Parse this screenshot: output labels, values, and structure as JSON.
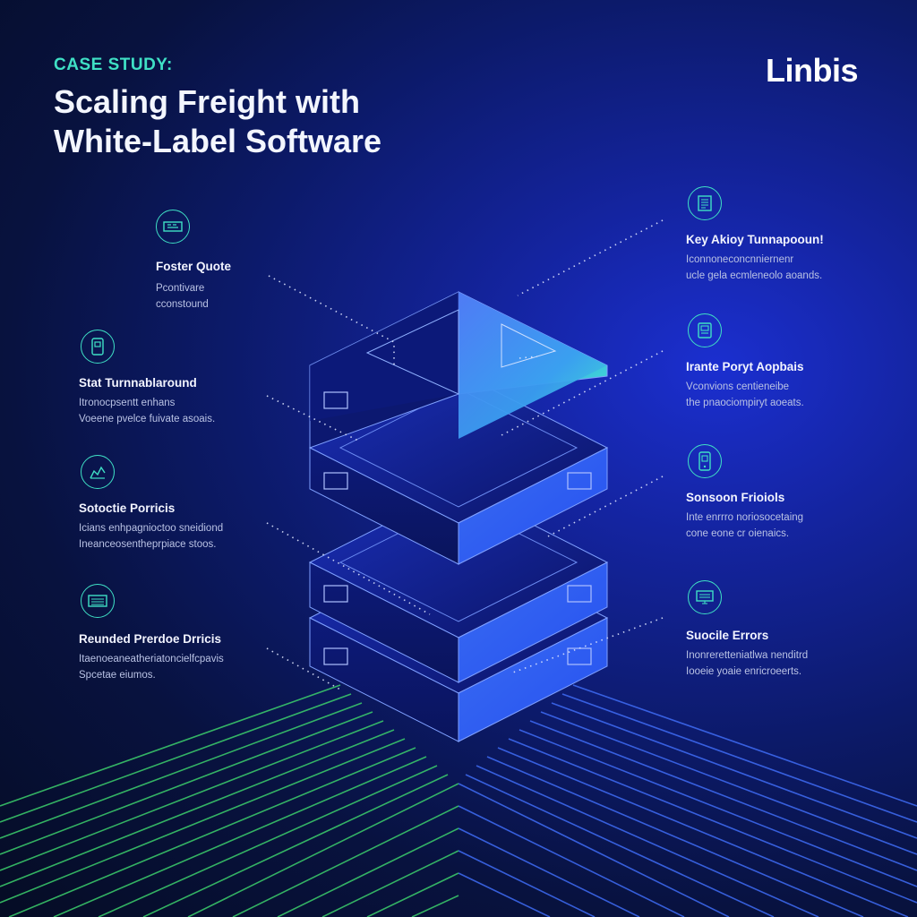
{
  "header": {
    "kicker": "CASE STUDY:",
    "title_line1": "Scaling Freight with",
    "title_line2": "White-Label Software"
  },
  "brand": {
    "name": "Linbis"
  },
  "colors": {
    "accent_teal": "#3fe0c5",
    "accent_green": "#45d16a",
    "background_dark": "#050c24",
    "background_blue": "#1b2fd0"
  },
  "features_left": [
    {
      "icon": "truck-icon",
      "title": "Foster Quote",
      "desc_line1": "Pcontivare",
      "desc_line2": "cconstound"
    },
    {
      "icon": "phone-icon",
      "title": "Stat Turnnablaround",
      "desc_line1": "Itronocpsentt enhans",
      "desc_line2": "Voeene pvelce fuivate asoais."
    },
    {
      "icon": "chart-icon",
      "title": "Sotoctie Porricis",
      "desc_line1": "Icians enhpagnioctoo sneidiond",
      "desc_line2": "Ineanceosentheprpiace stoos."
    },
    {
      "icon": "server-icon",
      "title": "Reunded Prerdoe Drricis",
      "desc_line1": "Itaenoeaneatheriatoncielfcpavis",
      "desc_line2": "Spcetae eiumos."
    }
  ],
  "features_right": [
    {
      "icon": "document-icon",
      "title": "Key Akioy Tunnapooun!",
      "desc_line1": "Iconnoneconcnniernenr",
      "desc_line2": "ucle gela ecmleneolo aoands."
    },
    {
      "icon": "device-icon",
      "title": "Irante Poryt Aopbais",
      "desc_line1": "Vconvions centieneibe",
      "desc_line2": "the pnaociompiryt aoeats."
    },
    {
      "icon": "tablet-icon",
      "title": "Sonsoon Frioiols",
      "desc_line1": "Inte enrrro noriosocetaing",
      "desc_line2": "cone eone cr oienaics."
    },
    {
      "icon": "monitor-icon",
      "title": "Suocile Errors",
      "desc_line1": "Inonreretteniatlwa nenditrd",
      "desc_line2": "Iooeie yoaie enricroeerts."
    }
  ]
}
